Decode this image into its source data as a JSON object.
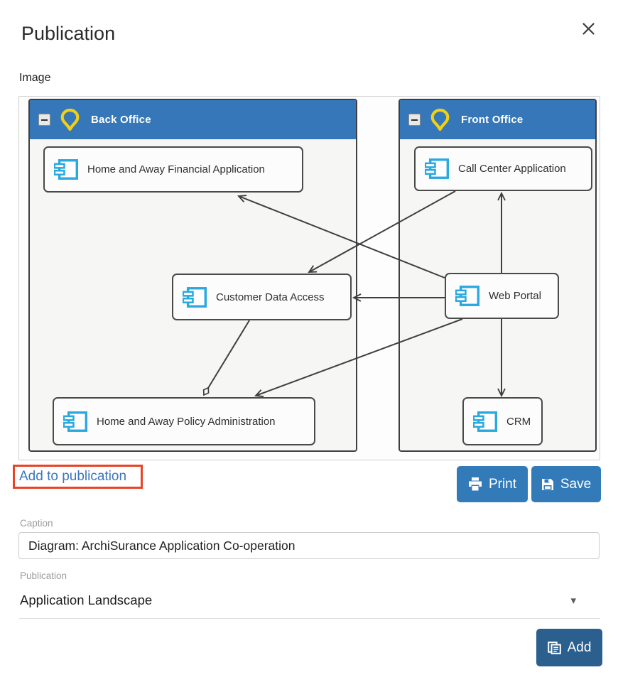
{
  "modal": {
    "title": "Publication"
  },
  "image_section": {
    "label": "Image"
  },
  "diagram": {
    "groups": [
      {
        "id": "back-office",
        "label": "Back Office"
      },
      {
        "id": "front-office",
        "label": "Front Office"
      }
    ],
    "nodes": [
      {
        "id": "hafa",
        "label": "Home and Away Financial Application",
        "group": "back-office"
      },
      {
        "id": "cca",
        "label": "Call Center Application",
        "group": "front-office"
      },
      {
        "id": "cda",
        "label": "Customer Data Access",
        "group": "back-office"
      },
      {
        "id": "wp",
        "label": "Web Portal",
        "group": "front-office"
      },
      {
        "id": "hapa",
        "label": "Home and Away Policy Administration",
        "group": "back-office"
      },
      {
        "id": "crm",
        "label": "CRM",
        "group": "front-office"
      }
    ],
    "connections": [
      {
        "from": "wp",
        "to": "hafa",
        "type": "arrow"
      },
      {
        "from": "cca",
        "to": "cda",
        "type": "arrow"
      },
      {
        "from": "wp",
        "to": "cda",
        "type": "arrow"
      },
      {
        "from": "wp",
        "to": "cca",
        "type": "arrow"
      },
      {
        "from": "wp",
        "to": "hapa",
        "type": "arrow"
      },
      {
        "from": "cda",
        "to": "hapa",
        "type": "aggregation-diamond"
      },
      {
        "from": "wp",
        "to": "crm",
        "type": "arrow"
      }
    ]
  },
  "actions": {
    "add_to_publication": "Add to publication",
    "print": "Print",
    "save": "Save",
    "add": "Add"
  },
  "form": {
    "caption_label": "Caption",
    "caption_value": "Diagram: ArchiSurance Application Co-operation",
    "publication_label": "Publication",
    "publication_value": "Application Landscape"
  },
  "icons": {
    "dropdown_caret": "▾",
    "close": "close-x",
    "group_pin": "map-pin",
    "component": "archimate-application-component",
    "print": "printer",
    "save": "floppy-disk",
    "add": "document-stack"
  },
  "colors": {
    "group_header_blue": "#3577b9",
    "button_blue": "#327ab8",
    "add_button_blue": "#2b5f8e",
    "component_icon_blue": "#2aa9e0",
    "pin_yellow": "#f2d113",
    "highlight_red": "#ea4426",
    "link_blue": "#3b76c2",
    "connector_gray": "#3f3f3f"
  }
}
